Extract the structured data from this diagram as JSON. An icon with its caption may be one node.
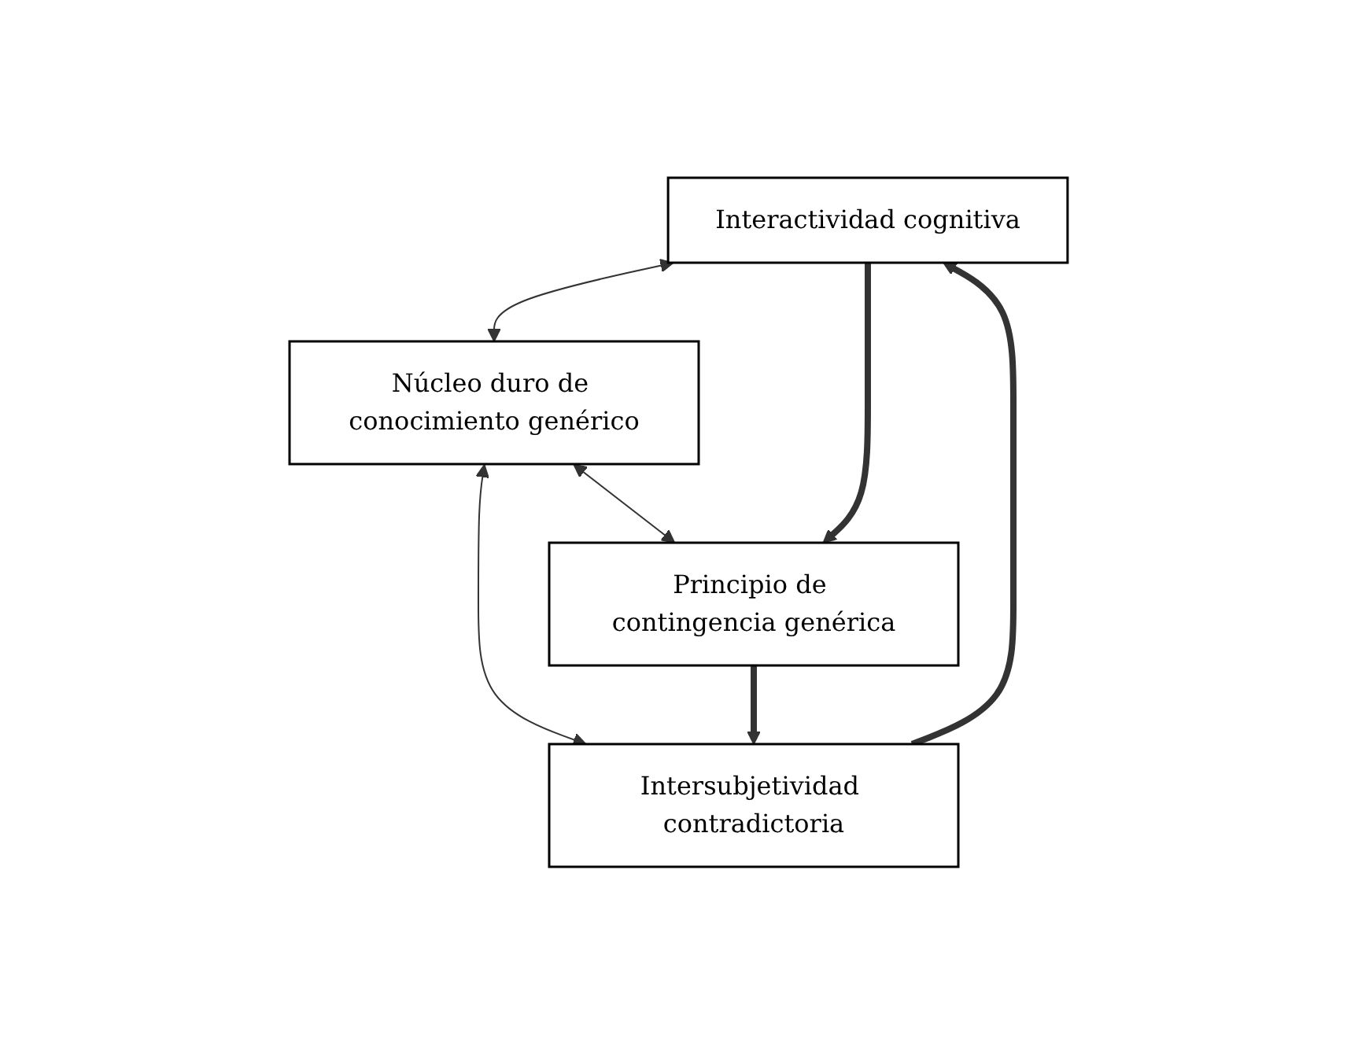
{
  "diagram": {
    "nodes": [
      {
        "text": [
          "Interactividad cognitiva"
        ]
      },
      {
        "text": [
          "Núcleo duro de conocimiento genérico"
        ]
      },
      {
        "text": [
          "Intersubjetividad contradictoria"
        ]
      },
      {
        "text": [
          "Principio de contingencia genérica"
        ]
      }
    ],
    "edges": [
      {
        "from": 0,
        "to": 1,
        "arrow": "both"
      },
      {
        "from": 1,
        "to": 2,
        "arrow": "both"
      },
      {
        "from": 1,
        "to": 3,
        "arrow": "both"
      },
      {
        "from": 2,
        "to": 0,
        "arrow": "to",
        "style": "thick"
      },
      {
        "from": 0,
        "to": 3,
        "arrow": "to",
        "style": "thick"
      },
      {
        "from": 3,
        "to": 2,
        "arrow": "to",
        "style": "thick"
      }
    ]
  }
}
